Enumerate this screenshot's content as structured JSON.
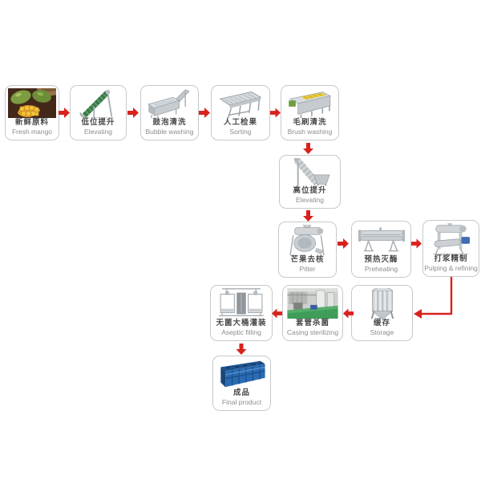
{
  "diagram": {
    "arrow_color": "#d8221c",
    "nodes": [
      {
        "id": "fresh-mango",
        "zh": "新鲜原料",
        "en": "Fresh mango"
      },
      {
        "id": "elevating-low",
        "zh": "低位提升",
        "en": "Elevating"
      },
      {
        "id": "bubble-washing",
        "zh": "鼓泡清洗",
        "en": "Bubble washing"
      },
      {
        "id": "sorting",
        "zh": "人工检果",
        "en": "Sorting"
      },
      {
        "id": "brush-washing",
        "zh": "毛刷清洗",
        "en": "Brush washing"
      },
      {
        "id": "elevating-high",
        "zh": "高位提升",
        "en": "Elevating"
      },
      {
        "id": "pitter",
        "zh": "芒果去核",
        "en": "Pitter"
      },
      {
        "id": "preheating",
        "zh": "预热灭酶",
        "en": "Preheating"
      },
      {
        "id": "pulping-refining",
        "zh": "打浆精制",
        "en": "Pulping & refining"
      },
      {
        "id": "aseptic-filling",
        "zh": "无菌大桶灌装",
        "en": "Aseptic filling"
      },
      {
        "id": "casing-sterilizing",
        "zh": "套管杀菌",
        "en": "Casing sterilizing"
      },
      {
        "id": "storage",
        "zh": "缓存",
        "en": "Storage"
      },
      {
        "id": "final-product",
        "zh": "成品",
        "en": "Final product"
      }
    ],
    "edges": [
      {
        "from": "fresh-mango",
        "to": "elevating-low"
      },
      {
        "from": "elevating-low",
        "to": "bubble-washing"
      },
      {
        "from": "bubble-washing",
        "to": "sorting"
      },
      {
        "from": "sorting",
        "to": "brush-washing"
      },
      {
        "from": "brush-washing",
        "to": "elevating-high"
      },
      {
        "from": "elevating-high",
        "to": "pitter"
      },
      {
        "from": "pitter",
        "to": "preheating"
      },
      {
        "from": "preheating",
        "to": "pulping-refining"
      },
      {
        "from": "pulping-refining",
        "to": "storage"
      },
      {
        "from": "storage",
        "to": "casing-sterilizing"
      },
      {
        "from": "casing-sterilizing",
        "to": "aseptic-filling"
      },
      {
        "from": "aseptic-filling",
        "to": "final-product"
      }
    ]
  }
}
